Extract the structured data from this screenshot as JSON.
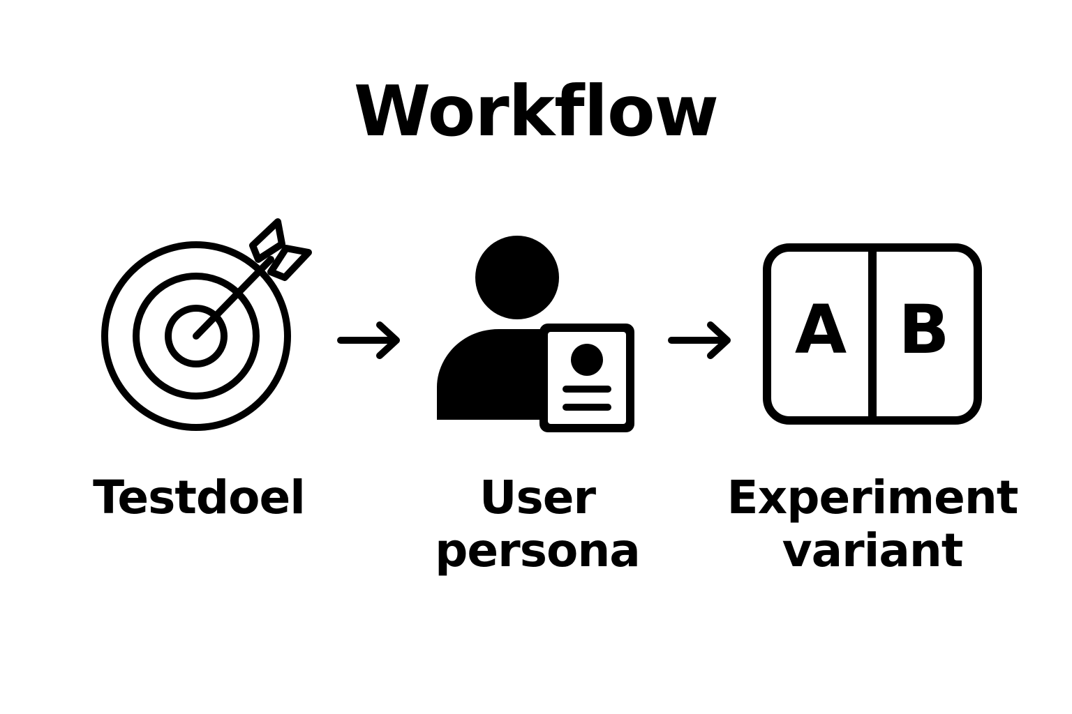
{
  "title": "Workflow",
  "colors": {
    "ink": "#000000",
    "background": "#ffffff"
  },
  "steps": [
    {
      "icon": "target-icon",
      "label_lines": [
        "Testdoel"
      ]
    },
    {
      "icon": "user-persona-icon",
      "label_lines": [
        "User",
        "persona"
      ]
    },
    {
      "icon": "ab-test-icon",
      "label_lines": [
        "Experiment",
        "variant"
      ],
      "variants": [
        "A",
        "B"
      ]
    }
  ],
  "connectors": [
    "arrow-right-icon",
    "arrow-right-icon"
  ]
}
